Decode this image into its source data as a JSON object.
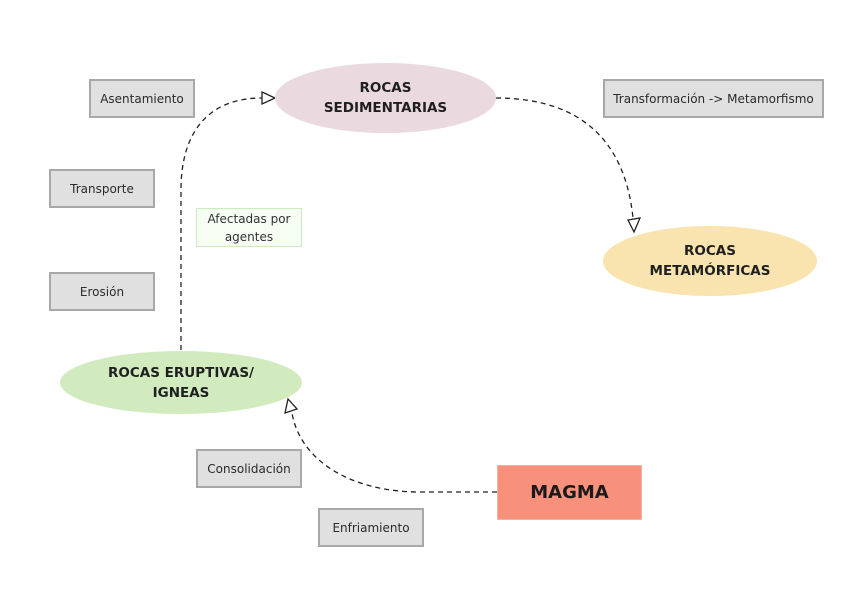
{
  "nodes": {
    "sedimentarias": {
      "line1": "ROCAS",
      "line2": "SEDIMENTARIAS",
      "color": "#ead9de"
    },
    "metamorficas": {
      "line1": "ROCAS",
      "line2": "METAMÓRFICAS",
      "color": "#f9e3ae"
    },
    "eruptivas": {
      "line1": "ROCAS ERUPTIVAS/",
      "line2": "IGNEAS",
      "color": "#d1ebbf"
    },
    "magma": {
      "label": "MAGMA",
      "color": "#f7917c"
    }
  },
  "labels": {
    "asentamiento": "Asentamiento",
    "transporte": "Transporte",
    "erosion": "Erosión",
    "transformacion": "Transformación -> Metamorfismo",
    "consolidacion": "Consolidación",
    "enfriamiento": "Enfriamiento"
  },
  "note": {
    "line1": "Afectadas por",
    "line2": "agentes"
  },
  "edges": [
    {
      "from": "eruptivas",
      "to": "sedimentarias",
      "style": "dashed"
    },
    {
      "from": "sedimentarias",
      "to": "metamorficas",
      "style": "dashed"
    },
    {
      "from": "magma",
      "to": "eruptivas",
      "style": "dashed"
    }
  ]
}
